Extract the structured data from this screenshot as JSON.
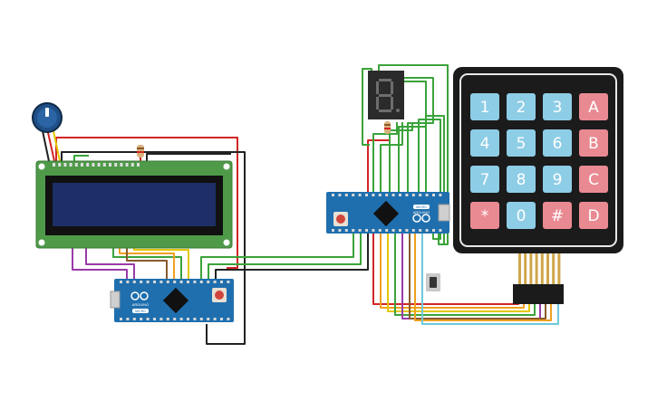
{
  "keypad": {
    "rows": [
      [
        "1",
        "2",
        "3",
        "A"
      ],
      [
        "4",
        "5",
        "6",
        "B"
      ],
      [
        "7",
        "8",
        "9",
        "C"
      ],
      [
        "*",
        "0",
        "#",
        "D"
      ]
    ]
  },
  "seven_segment": {
    "digit": "8."
  },
  "boards": {
    "left": {
      "brand": "ARDUINO",
      "model": "MICRO"
    },
    "right": {
      "brand": "ARDUINO",
      "model": "MICRO"
    }
  },
  "colors": {
    "keypad_blue": "#8ecde6",
    "keypad_red": "#e98a93",
    "board_blue": "#1f6fae",
    "lcd_green": "#4f9a49",
    "lcd_screen": "#1d2f66",
    "wire_red": "#d22525",
    "wire_green": "#3aa33a",
    "wire_orange": "#f0a020",
    "wire_yellow": "#e3c700",
    "wire_purple": "#9a3aa8",
    "wire_brown": "#8a5a2b",
    "wire_cyan": "#6ec8d8",
    "wire_black": "#222222"
  }
}
